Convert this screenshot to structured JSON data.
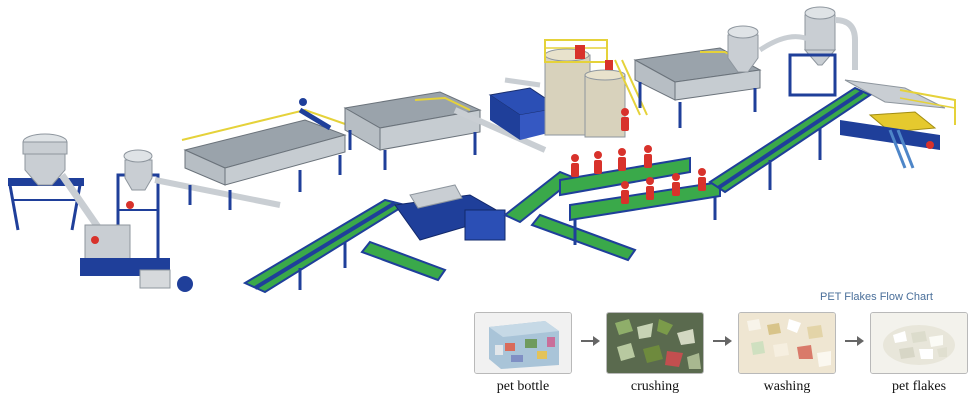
{
  "flow_chart": {
    "title": "PET Flakes Flow Chart",
    "steps": [
      {
        "label": "pet bottle"
      },
      {
        "label": "crushing"
      },
      {
        "label": "washing"
      },
      {
        "label": "pet flakes"
      }
    ]
  },
  "colors": {
    "frame_blue": "#1f3f9a",
    "conveyor_green": "#3aa94a",
    "silo_grey": "#c9ced3",
    "tank_grey": "#9aa3ab",
    "railing_yellow": "#e5d23a",
    "worker_red": "#d8322b",
    "title_blue": "#4a6f9a"
  }
}
